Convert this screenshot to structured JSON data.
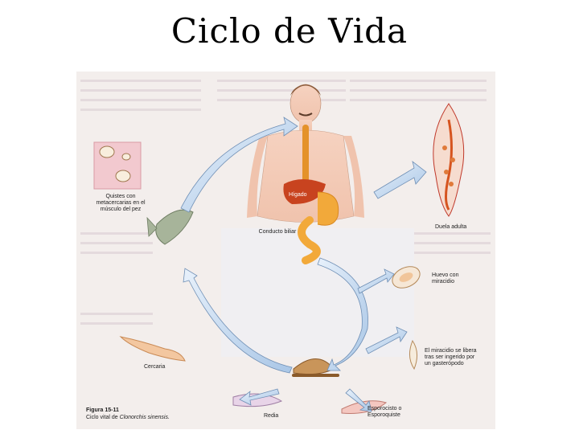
{
  "title": "Ciclo de Vida",
  "figure": {
    "labels": {
      "quistes": "Quistes con metacercarias en el músculo del pez",
      "higado": "Hígado",
      "conducto": "Conducto biliar",
      "duela": "Duela adulta",
      "huevo": "Huevo con miracidio",
      "miracidio": "El miracidio se libera tras ser ingerido por un gasterópodo",
      "cercaria": "Cercaria",
      "redia": "Redia",
      "esporocisto": "Esporocisto o Esporoquiste"
    },
    "caption": {
      "number": "Figura 15-11",
      "text": "Ciclo vital de",
      "species": "Clonorchis sinensis."
    }
  }
}
